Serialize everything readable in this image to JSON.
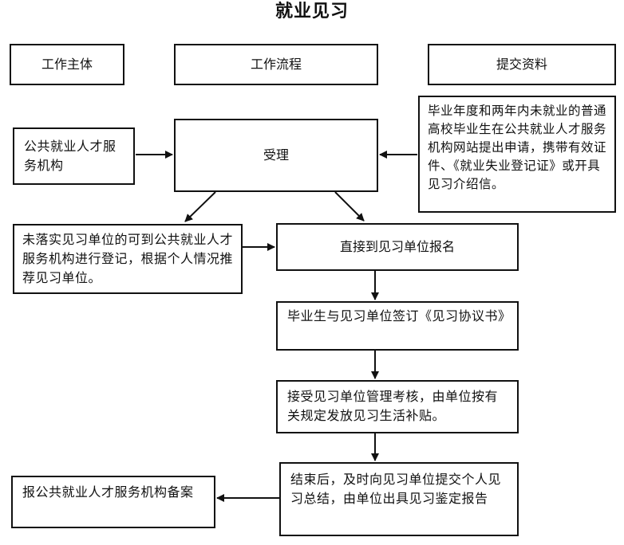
{
  "title": "就业见习",
  "headers": {
    "subject": "工作主体",
    "process": "工作流程",
    "materials": "提交资料"
  },
  "nodes": {
    "public_agency": "公共就业人才服务机构",
    "accept": "受理",
    "applicant_materials": "毕业年度和两年内未就业的普通高校毕业生在公共就业人才服务机构网站提出申请，携带有效证件、《就业失业登记证》或开具见习介绍信。",
    "unplaced_register": "未落实见习单位的可到公共就业人才服务机构进行登记，根据个人情况推荐见习单位。",
    "direct_signup": "直接到见习单位报名",
    "sign_agreement": "毕业生与见习单位签订《见习协议书》",
    "management": "接受见习单位管理考核，由单位按有关规定发放见习生活补贴。",
    "conclusion": "结束后，及时向见习单位提交个人见习总结，由单位出具见习鉴定报告",
    "file_record": "报公共就业人才服务机构备案"
  }
}
